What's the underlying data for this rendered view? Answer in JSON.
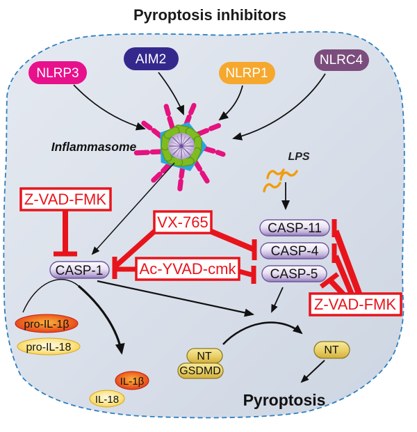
{
  "title": "Pyroptosis inhibitors",
  "cell": {
    "type": "cell-membrane",
    "border_style": "dashed",
    "border_color": "#2b7fc0",
    "fill_light": "#e3e8f0",
    "fill_dark": "#cbd5e2"
  },
  "sensors": [
    {
      "label": "NLRP3",
      "color": "#e8118c"
    },
    {
      "label": "AIM2",
      "color": "#35288d"
    },
    {
      "label": "NLRP1",
      "color": "#f5a82d"
    },
    {
      "label": "NLRC4",
      "color": "#7b4d7d"
    }
  ],
  "inflammasome": {
    "label": "Inflammasome"
  },
  "lps": {
    "label": "LPS",
    "color": "#f09d0e"
  },
  "caspases": {
    "casp1": "CASP-1",
    "casp11": "CASP-11",
    "casp4": "CASP-4",
    "casp5": "CASP-5",
    "fill_top": "#fdfcfe",
    "fill_bottom": "#8f77b5",
    "border": "#6f579f"
  },
  "inhibitors": {
    "zvad_left": "Z-VAD-FMK",
    "vx765": "VX-765",
    "acyvad": "Ac-YVAD-cmk",
    "zvad_right": "Z-VAD-FMK",
    "color": "#e8141c"
  },
  "substrates": {
    "pro_il1b": "pro-IL-1β",
    "pro_il18": "pro-IL-18",
    "il1b": "IL-1β",
    "il18": "IL-18"
  },
  "gsdmd": {
    "nt_complex": "NT",
    "gsdmd": "GSDMD",
    "nt_released": "NT",
    "gold": "#d9b945"
  },
  "outcome": "Pyroptosis"
}
